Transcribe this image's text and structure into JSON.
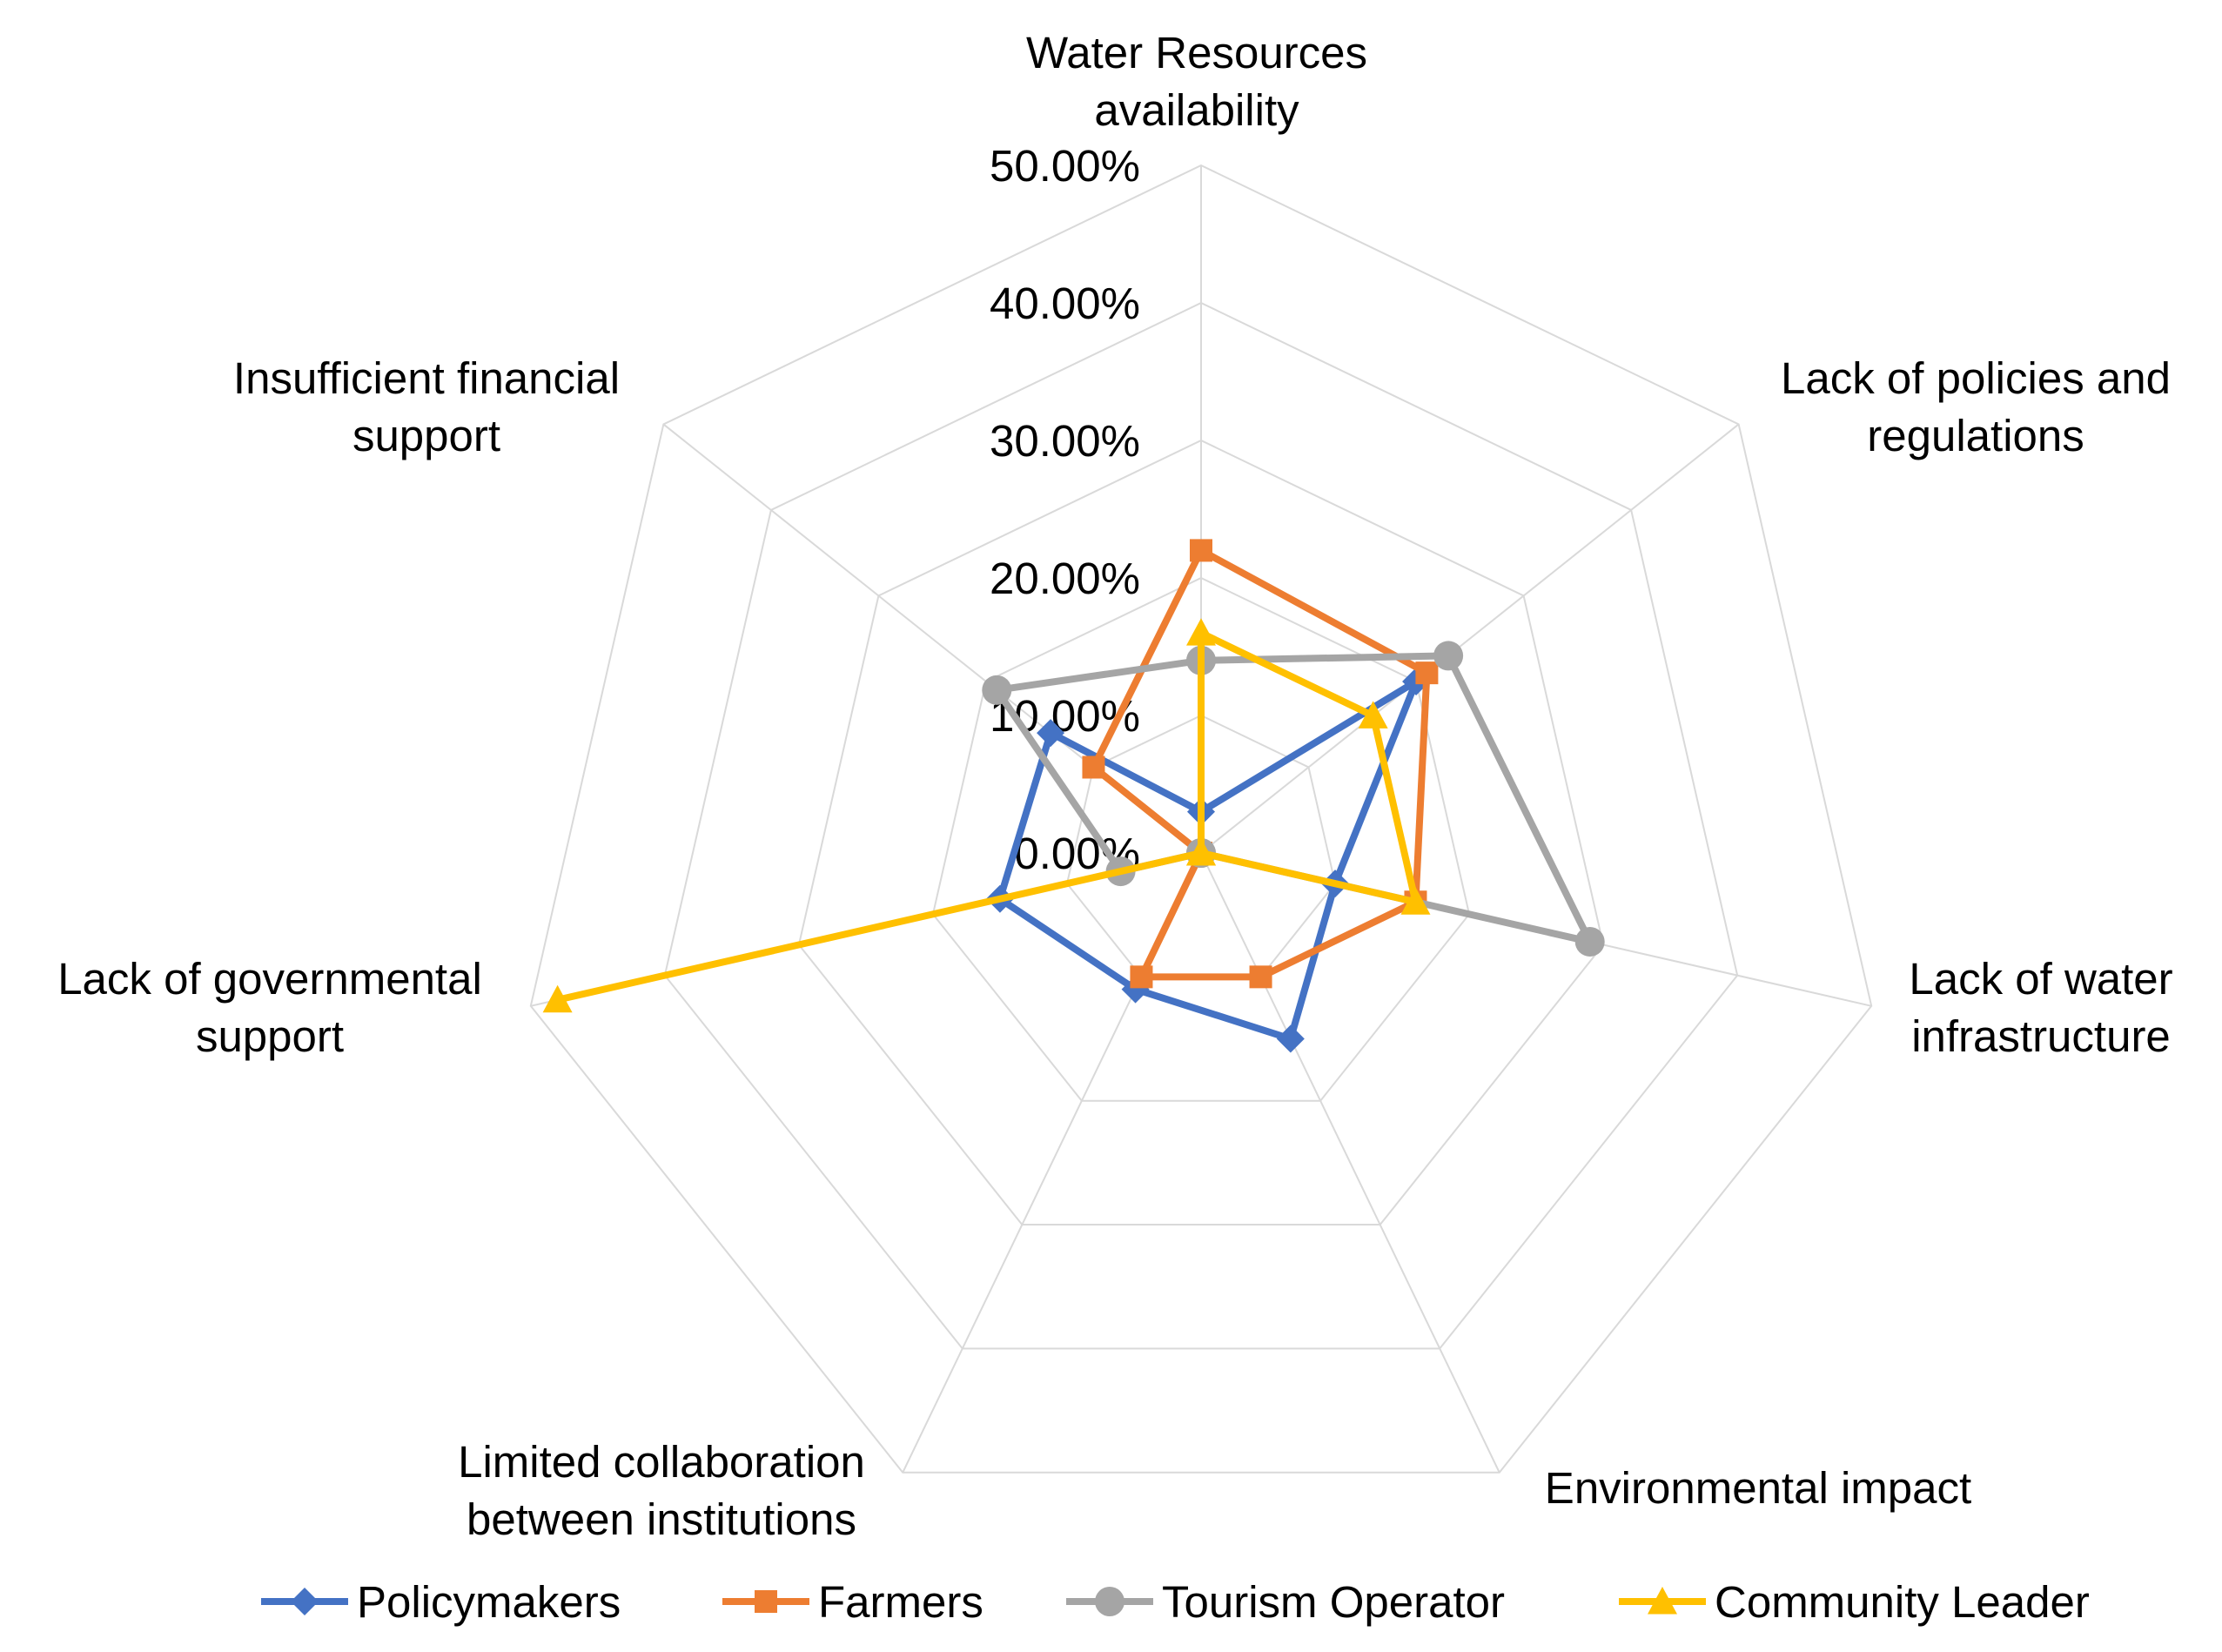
{
  "chart_data": {
    "type": "radar",
    "categories": [
      "Water Resources availability",
      "Lack of policies and regulations",
      "Lack of water infrastructure",
      "Environmental impact",
      "Limited collaboration between institutions",
      "Lack of governmental support",
      "Insufficient financial support"
    ],
    "axis_labels": [
      [
        "Water Resources",
        "availability"
      ],
      [
        "Lack of policies and",
        "regulations"
      ],
      [
        "Lack of water",
        "infrastructure"
      ],
      [
        "Environmental impact"
      ],
      [
        "Limited collaboration",
        "between institutions"
      ],
      [
        "Lack of governmental",
        "support"
      ],
      [
        "Insufficient financial",
        "support"
      ]
    ],
    "ticks": [
      "0.00%",
      "10.00%",
      "20.00%",
      "30.00%",
      "40.00%",
      "50.00%"
    ],
    "rmin": 0,
    "rmax": 50,
    "grid": true,
    "legend_position": "bottom",
    "series": [
      {
        "name": "Policymakers",
        "color": "#4472C4",
        "marker": "diamond",
        "values": [
          3.0,
          20.0,
          10.0,
          15.0,
          11.0,
          15.0,
          14.0
        ]
      },
      {
        "name": "Farmers",
        "color": "#ED7D31",
        "marker": "square",
        "values": [
          22.0,
          21.0,
          16.0,
          10.0,
          10.0,
          0.0,
          10.0
        ]
      },
      {
        "name": "Tourism Operator",
        "color": "#A5A5A5",
        "marker": "circle",
        "values": [
          14.0,
          23.0,
          29.0,
          0.0,
          0.0,
          6.0,
          19.0
        ]
      },
      {
        "name": "Community Leader",
        "color": "#FFC000",
        "marker": "triangle",
        "values": [
          16.0,
          16.0,
          16.0,
          0.0,
          0.0,
          48.0,
          0.0
        ]
      }
    ]
  }
}
